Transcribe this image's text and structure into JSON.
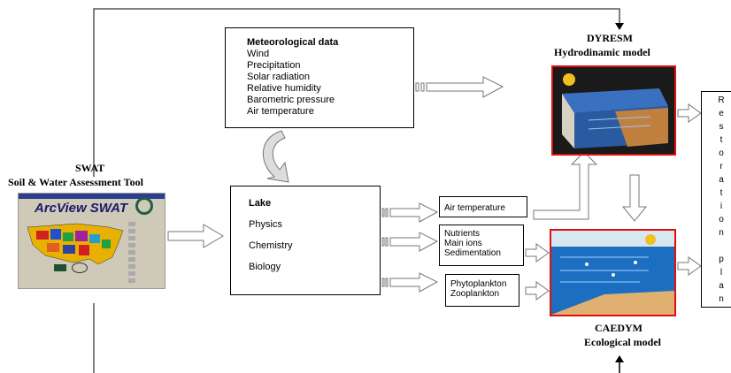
{
  "swat": {
    "title": "SWAT",
    "subtitle": "Soil & Water Assessment Tool",
    "image_banner": "ArcView SWAT"
  },
  "meteorological": {
    "header": "Meteorological data",
    "items": [
      "Wind",
      "Precipitation",
      "Solar radiation",
      "Relative humidity",
      "Barometric pressure",
      "Air temperature"
    ]
  },
  "lake": {
    "header": "Lake",
    "items": [
      "Physics",
      "Chemistry",
      "Biology"
    ]
  },
  "outputs": {
    "air": "Air temperature",
    "nutrients": [
      "Nutrients",
      "Main ions",
      "Sedimentation"
    ],
    "plankton": [
      "Phytoplankton",
      "Zooplankton"
    ]
  },
  "dyresm": {
    "title": "DYRESM",
    "subtitle": "Hydrodinamic model"
  },
  "caedym": {
    "title": "CAEDYM",
    "subtitle": "Ecological model"
  },
  "restoration_letters": [
    "R",
    "e",
    "s",
    "t",
    "o",
    "r",
    "a",
    "t",
    "i",
    "o",
    "n",
    "",
    "p",
    "l",
    "a",
    "n"
  ],
  "colors": {
    "model_border": "#e01010",
    "dyresm_bg": "#1a1a1a",
    "caedym_water": "#1c6fc0",
    "swat_bg": "#cfc9b8"
  }
}
